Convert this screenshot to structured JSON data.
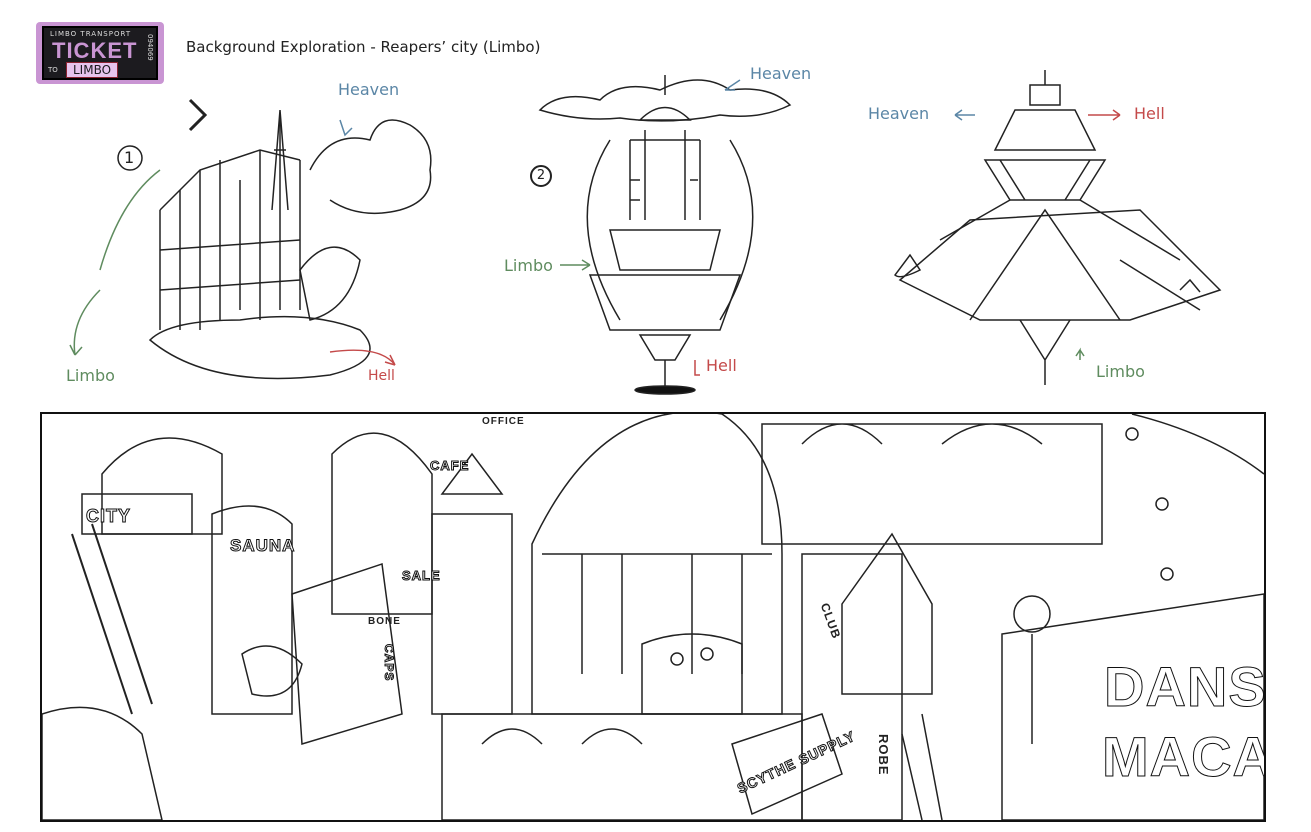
{
  "logo": {
    "top_text": "LIMBO TRANSPORT",
    "main_text": "TICKET",
    "to_text": "TO",
    "dest_text": "LIMBO",
    "serial": "094069",
    "color": "#c995d3"
  },
  "title": "Background Exploration - Reapers’ city (Limbo)",
  "sketch1": {
    "number": "1",
    "heaven": "Heaven",
    "limbo": "Limbo",
    "hell": "Hell"
  },
  "sketch2": {
    "number": "2",
    "heaven": "Heaven",
    "limbo": "Limbo",
    "hell": "Hell"
  },
  "sketch3": {
    "heaven": "Heaven",
    "limbo": "Limbo",
    "hell": "Hell"
  },
  "panel_signs": {
    "city": "CITY",
    "sauna": "SAUNA",
    "cafe": "CAFE",
    "office": "OFFICE",
    "sale": "SALE",
    "bone": "BONE",
    "caps": "CAPS",
    "club": "CLUB",
    "scythe_supply": "SCYTHE SUPPLY",
    "robe": "ROBE",
    "danse": "DANS",
    "macabre": "MACA"
  },
  "colors": {
    "heaven": "#5b86a6",
    "limbo": "#5f8c5f",
    "hell": "#c44a4a"
  }
}
